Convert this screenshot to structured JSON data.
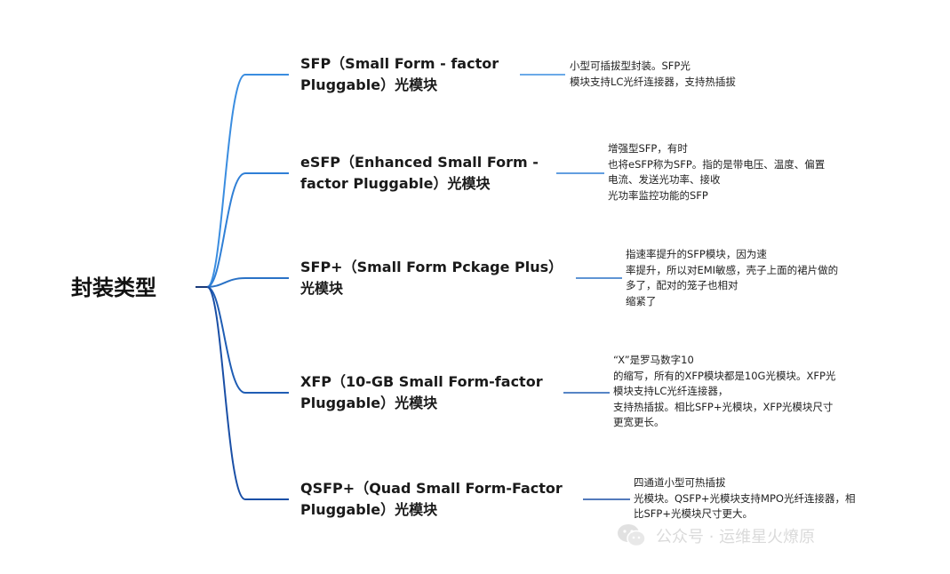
{
  "root": {
    "label": "封装类型"
  },
  "branches": [
    {
      "title_lines": [
        "SFP（Small Form - factor",
        "Pluggable）光模块"
      ],
      "desc_lines": [
        "小型可插拔型封装。SFP光",
        "模块支持LC光纤连接器，支持热插拔"
      ]
    },
    {
      "title_lines": [
        "eSFP（Enhanced Small Form -",
        "factor Pluggable）光模块"
      ],
      "desc_lines": [
        "增强型SFP，有时",
        "也将eSFP称为SFP。指的是带电压、温度、偏置",
        "电流、发送光功率、接收",
        "光功率监控功能的SFP"
      ]
    },
    {
      "title_lines": [
        "SFP+（Small Form Pckage Plus）",
        "光模块"
      ],
      "desc_lines": [
        "指速率提升的SFP模块，因为速",
        "率提升，所以对EMI敏感，壳子上面的裙片做的",
        "多了，配对的笼子也相对",
        "缩紧了"
      ]
    },
    {
      "title_lines": [
        "XFP（10-GB Small Form-factor",
        "Pluggable）光模块"
      ],
      "desc_lines": [
        "“X”是罗马数字10",
        "的缩写，所有的XFP模块都是10G光模块。XFP光",
        "模块支持LC光纤连接器，",
        "支持热插拔。相比SFP+光模块，XFP光模块尺寸",
        "更宽更长。"
      ]
    },
    {
      "title_lines": [
        "QSFP+（Quad Small Form-Factor",
        "Pluggable）光模块"
      ],
      "desc_lines": [
        "四通道小型可热插拔",
        "光模块。QSFP+光模块支持MPO光纤连接器，相",
        "比SFP+光模块尺寸更大。"
      ]
    }
  ],
  "watermark": {
    "text": "公众号 · 运维星火燎原",
    "icon": "wechat-icon"
  },
  "colors": {
    "branch_lines": [
      "#3a8de0",
      "#2f7fd6",
      "#2a72c6",
      "#1f5db4",
      "#1a4fa6"
    ],
    "text": "#1f1f1f"
  }
}
